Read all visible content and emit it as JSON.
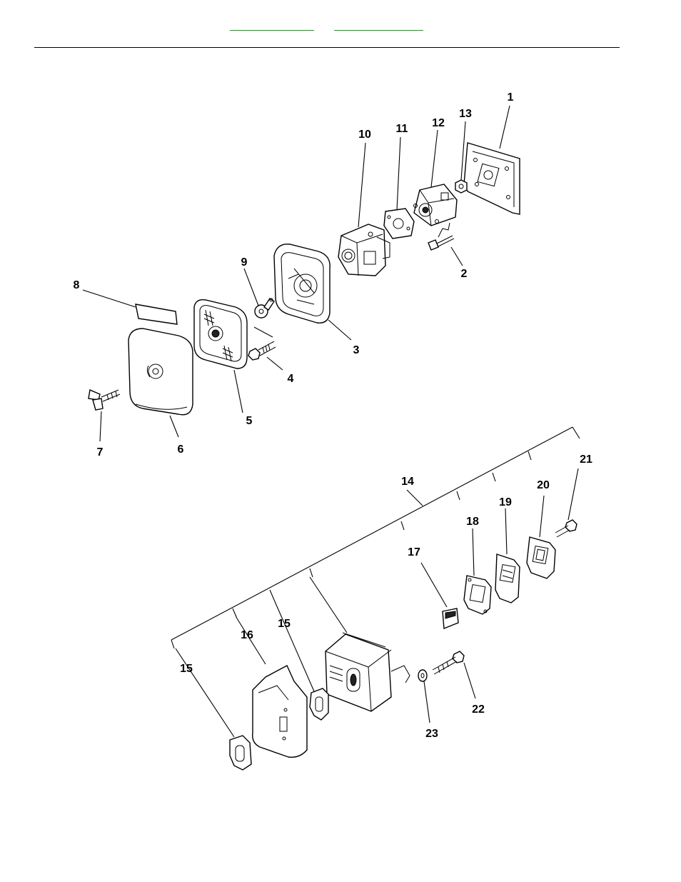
{
  "header": {
    "links": [
      {
        "name": "header-link-1",
        "text": ""
      },
      {
        "name": "header-link-2",
        "text": ""
      }
    ]
  },
  "diagram": {
    "callouts": {
      "p1": "1",
      "p2": "2",
      "p3": "3",
      "p4": "4",
      "p5": "5",
      "p6": "6",
      "p7": "7",
      "p8": "8",
      "p9": "9",
      "p10": "10",
      "p11": "11",
      "p12": "12",
      "p13": "13",
      "p14": "14",
      "p15a": "15",
      "p15b": "15",
      "p16": "16",
      "p17": "17",
      "p18": "18",
      "p19": "19",
      "p20": "20",
      "p21": "21",
      "p22": "22",
      "p23": "23"
    }
  }
}
